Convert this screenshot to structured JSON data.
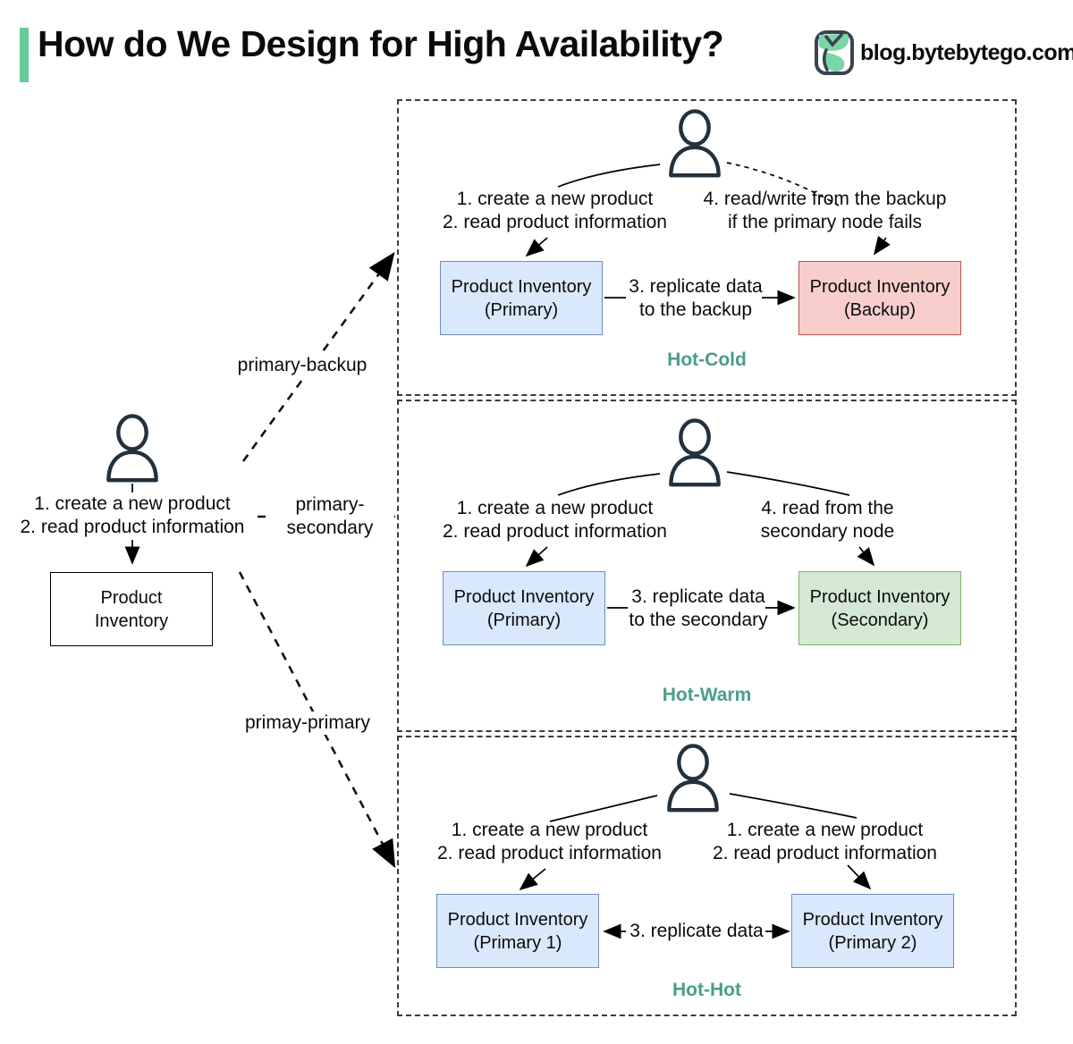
{
  "header": {
    "title": "How do We Design for High Availability?",
    "logo_text": "blog.bytebytego.com"
  },
  "client": {
    "action_line1": "1. create a new product",
    "action_line2": "2. read product information",
    "store_line1": "Product",
    "store_line2": "Inventory"
  },
  "connector_labels": {
    "top": "primary-backup",
    "middle_line1": "primary-",
    "middle_line2": "secondary",
    "bottom": "primay-primary"
  },
  "panels": [
    {
      "caption": "Hot-Cold",
      "left_label": [
        "1. create a new product",
        "2. read product information"
      ],
      "right_label": [
        "4. read/write from the backup",
        "if the primary node fails"
      ],
      "replicate": [
        "3. replicate data",
        "to the backup"
      ],
      "left_box": [
        "Product Inventory",
        "(Primary)"
      ],
      "right_box": [
        "Product Inventory",
        "(Backup)"
      ]
    },
    {
      "caption": "Hot-Warm",
      "left_label": [
        "1. create a new product",
        "2. read product information"
      ],
      "right_label": [
        "4. read from the",
        "secondary node"
      ],
      "replicate": [
        "3. replicate data",
        "to the secondary"
      ],
      "left_box": [
        "Product Inventory",
        "(Primary)"
      ],
      "right_box": [
        "Product Inventory",
        "(Secondary)"
      ]
    },
    {
      "caption": "Hot-Hot",
      "left_label": [
        "1. create a new product",
        "2. read product information"
      ],
      "right_label": [
        "1. create a new product",
        "2. read product information"
      ],
      "replicate": [
        "3. replicate data"
      ],
      "left_box": [
        "Product Inventory",
        "(Primary 1)"
      ],
      "right_box": [
        "Product Inventory",
        "(Primary 2)"
      ]
    }
  ],
  "colors": {
    "accent_green_bar": "#68c99a",
    "caption_teal": "#4a9d8a",
    "blue_fill": "#dae8fc",
    "blue_border": "#6c8ebf",
    "red_fill": "#f8cecc",
    "red_border": "#b85450",
    "green_fill": "#d5e8d4",
    "green_border": "#82b366",
    "person_stroke": "#23303e",
    "logo_mint": "#7ad6a6",
    "logo_outline": "#3a4350"
  }
}
